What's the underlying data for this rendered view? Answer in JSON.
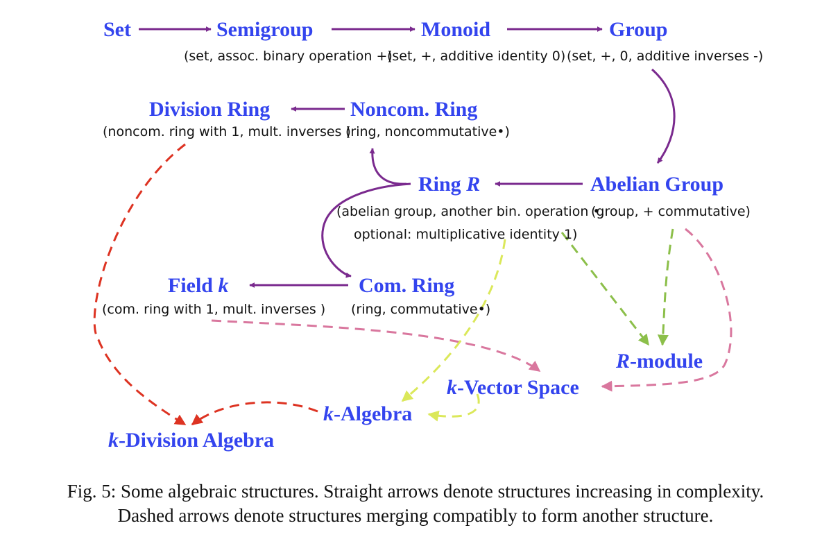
{
  "colors": {
    "node_title": "#3344ee",
    "subtitle": "#111111",
    "solid_arrow": "#7a2a8e",
    "dashed_red": "#dd3322",
    "dashed_pink": "#d9779e",
    "dashed_green": "#8cbf4a",
    "dashed_yellow": "#dbe85a",
    "caption": "#111111"
  },
  "nodes": {
    "set": {
      "title": "Set"
    },
    "semigroup": {
      "title": "Semigroup",
      "subtitle": "(set, assoc. binary operation +)"
    },
    "monoid": {
      "title": "Monoid",
      "subtitle": "(set, +, additive identity 0)"
    },
    "group": {
      "title": "Group",
      "subtitle": "(set, +, 0, additive inverses -)"
    },
    "division_ring": {
      "title": "Division Ring",
      "subtitle": "(noncom. ring with 1,  mult. inverses )"
    },
    "noncom_ring": {
      "title": "Noncom. Ring",
      "subtitle": "(ring,  noncommutative•)"
    },
    "ring": {
      "title_main": "Ring ",
      "title_italic": "R",
      "subtitle_line1": "(abelian group, another bin. operation •,",
      "subtitle_line2": "optional: multiplicative identity 1)"
    },
    "abelian_group": {
      "title": "Abelian Group",
      "subtitle": "(group, + commutative)"
    },
    "field": {
      "title_main": "Field ",
      "title_italic": "k",
      "subtitle": "(com. ring with 1,  mult. inverses )"
    },
    "com_ring": {
      "title": "Com. Ring",
      "subtitle": "(ring,  commutative•)"
    },
    "r_module": {
      "title_italic": "R",
      "title_main": "-module"
    },
    "vector_space": {
      "title_italic": "k",
      "title_main": "-Vector Space"
    },
    "k_algebra": {
      "title_italic": "k",
      "title_main": "-Algebra"
    },
    "division_algebra": {
      "title_italic": "k",
      "title_main": "-Division Algebra"
    }
  },
  "caption": {
    "line1": "Fig. 5: Some algebraic structures. Straight arrows denote structures increasing in complexity.",
    "line2": "Dashed arrows denote structures merging compatibly to form another structure."
  }
}
